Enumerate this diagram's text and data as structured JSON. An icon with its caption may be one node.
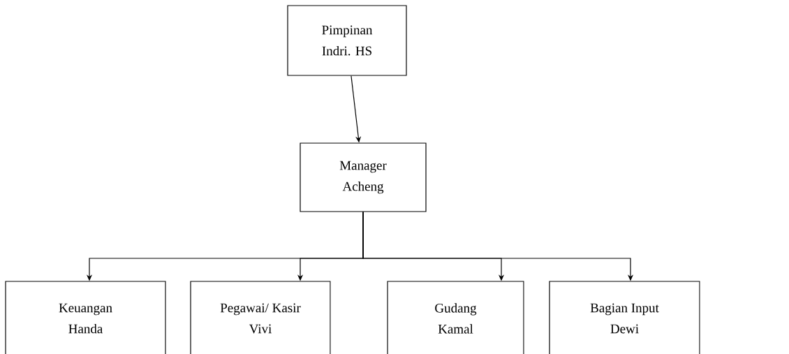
{
  "diagram": {
    "nodes": [
      {
        "text": [
          "Pimpinan",
          "Indri. HS"
        ]
      },
      {
        "text": [
          "Manager",
          "Acheng"
        ]
      },
      {
        "text": [
          "Keuangan",
          "Handa"
        ]
      },
      {
        "text": [
          "Pegawai/ Kasir",
          "Vivi"
        ]
      },
      {
        "text": [
          "Gudang",
          "Kamal"
        ]
      },
      {
        "text": [
          "Bagian Input",
          "Dewi"
        ]
      }
    ],
    "edges": [
      {
        "from": 0,
        "to": 1,
        "arrow": "to"
      },
      {
        "from": 1,
        "to": 2,
        "arrow": "to"
      },
      {
        "from": 1,
        "to": 3,
        "arrow": "to"
      },
      {
        "from": 1,
        "to": 4,
        "arrow": "to"
      },
      {
        "from": 1,
        "to": 5,
        "arrow": "to"
      }
    ]
  }
}
